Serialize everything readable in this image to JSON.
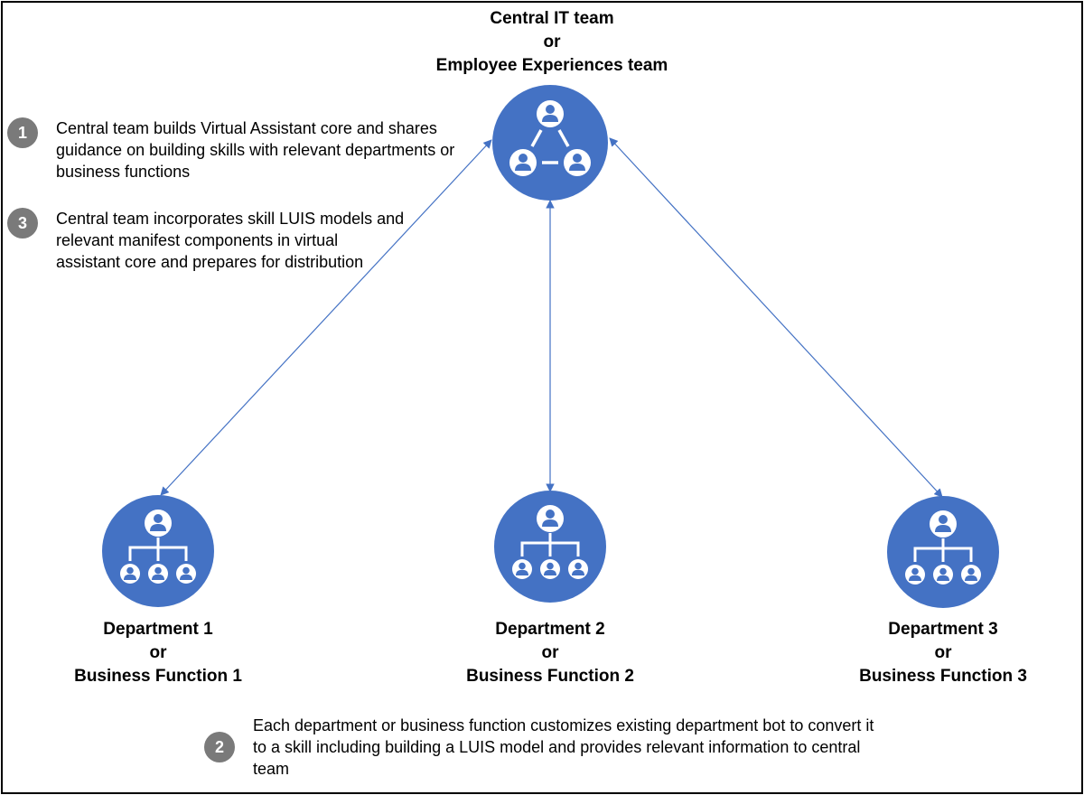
{
  "central": {
    "title_line1": "Central IT team",
    "title_line2": "or",
    "title_line3": "Employee Experiences team",
    "icon": "team-collaboration-icon"
  },
  "steps": [
    {
      "number": "1",
      "text": "Central team builds Virtual Assistant core and shares guidance on building skills with relevant departments or business functions"
    },
    {
      "number": "3",
      "text": "Central team incorporates skill LUIS models and relevant manifest components in virtual assistant core and prepares for distribution"
    },
    {
      "number": "2",
      "text": "Each department or business function customizes existing department bot to convert it to a skill including building a LUIS model and provides relevant information to central team"
    }
  ],
  "departments": [
    {
      "line1": "Department 1",
      "line2": "or",
      "line3": "Business Function 1",
      "icon": "org-chart-icon"
    },
    {
      "line1": "Department 2",
      "line2": "or",
      "line3": "Business Function 2",
      "icon": "org-chart-icon"
    },
    {
      "line1": "Department 3",
      "line2": "or",
      "line3": "Business Function 3",
      "icon": "org-chart-icon"
    }
  ],
  "colors": {
    "node_fill": "#4472c4",
    "arrow": "#4472c4",
    "badge": "#7a7a7a",
    "frame": "#000000"
  }
}
